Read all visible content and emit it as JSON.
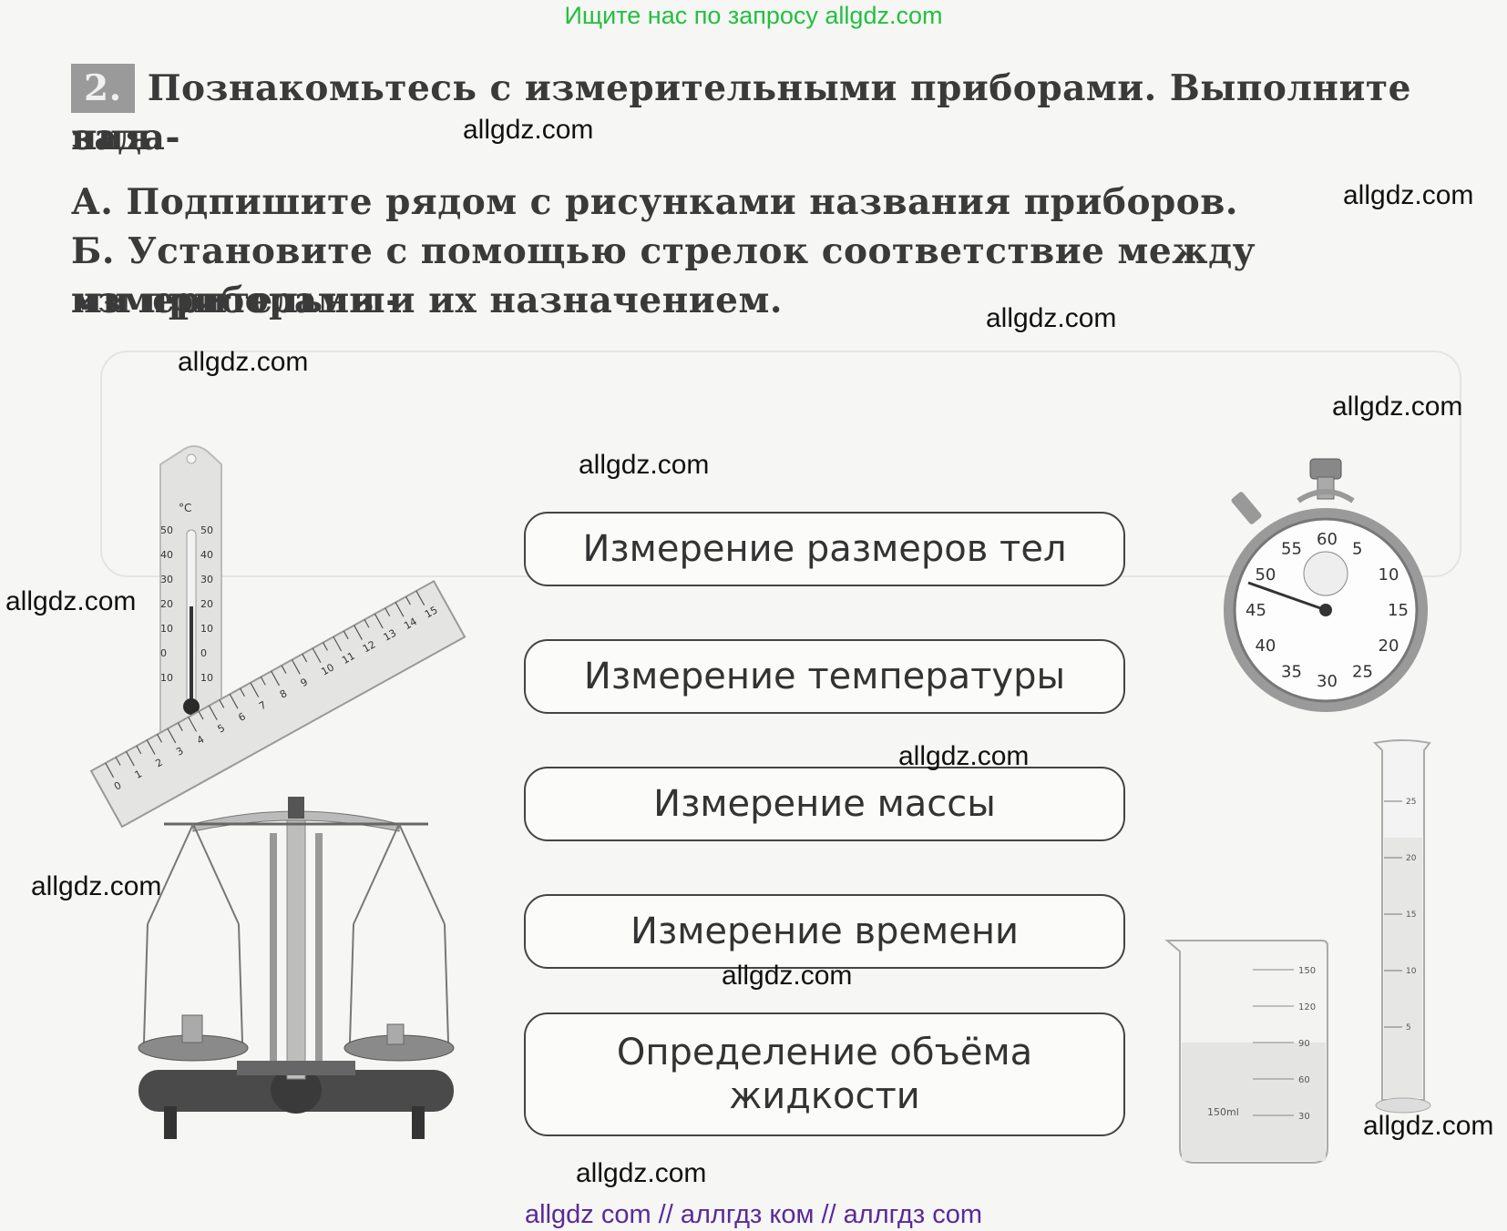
{
  "banner": "Ищите нас по запросу allgdz.com",
  "task": {
    "number": "2.",
    "title_line1": "Познакомьтесь с измерительными приборами. Выполните зада-",
    "title_line2": "ния.",
    "a_letter": "А.",
    "a_text": "Подпишите рядом с рисунками названия приборов.",
    "b_letter": "Б.",
    "b_text_line1": "Установите с помощью стрелок соответствие между измерительны-",
    "b_text_line2": "ми приборами и их назначением."
  },
  "purposes": [
    {
      "label": "Измерение размеров тел"
    },
    {
      "label": "Измерение температуры"
    },
    {
      "label": "Измерение массы"
    },
    {
      "label": "Измерение времени"
    },
    {
      "label_line1": "Определение объёма",
      "label_line2": "жидкости"
    }
  ],
  "instruments": {
    "thermometer": {
      "unit": "°C",
      "scale": [
        "50",
        "40",
        "30",
        "20",
        "10",
        "0",
        "10"
      ]
    },
    "ruler": {
      "marks": [
        "0",
        "1",
        "2",
        "3",
        "4",
        "5",
        "6",
        "7",
        "8",
        "9",
        "10",
        "11",
        "12",
        "13",
        "14",
        "15"
      ]
    },
    "stopwatch": {
      "dial": [
        "60",
        "5",
        "10",
        "15",
        "20",
        "25",
        "30",
        "35",
        "40",
        "45",
        "50",
        "55"
      ]
    },
    "beaker": {
      "marks": [
        "150",
        "120",
        "90",
        "60",
        "30"
      ],
      "label": "150ml"
    },
    "cylinder": {
      "marks": [
        "25",
        "20",
        "15",
        "10",
        "5"
      ]
    }
  },
  "watermarks": [
    "allgdz.com",
    "allgdz.com",
    "allgdz.com",
    "allgdz.com",
    "allgdz.com",
    "allgdz.com",
    "allgdz.com",
    "allgdz.com",
    "allgdz.com",
    "allgdz.com",
    "allgdz.com",
    "allgdz.com"
  ],
  "footer": "allgdz com  //  аллгдз ком  //  аллгдз com"
}
